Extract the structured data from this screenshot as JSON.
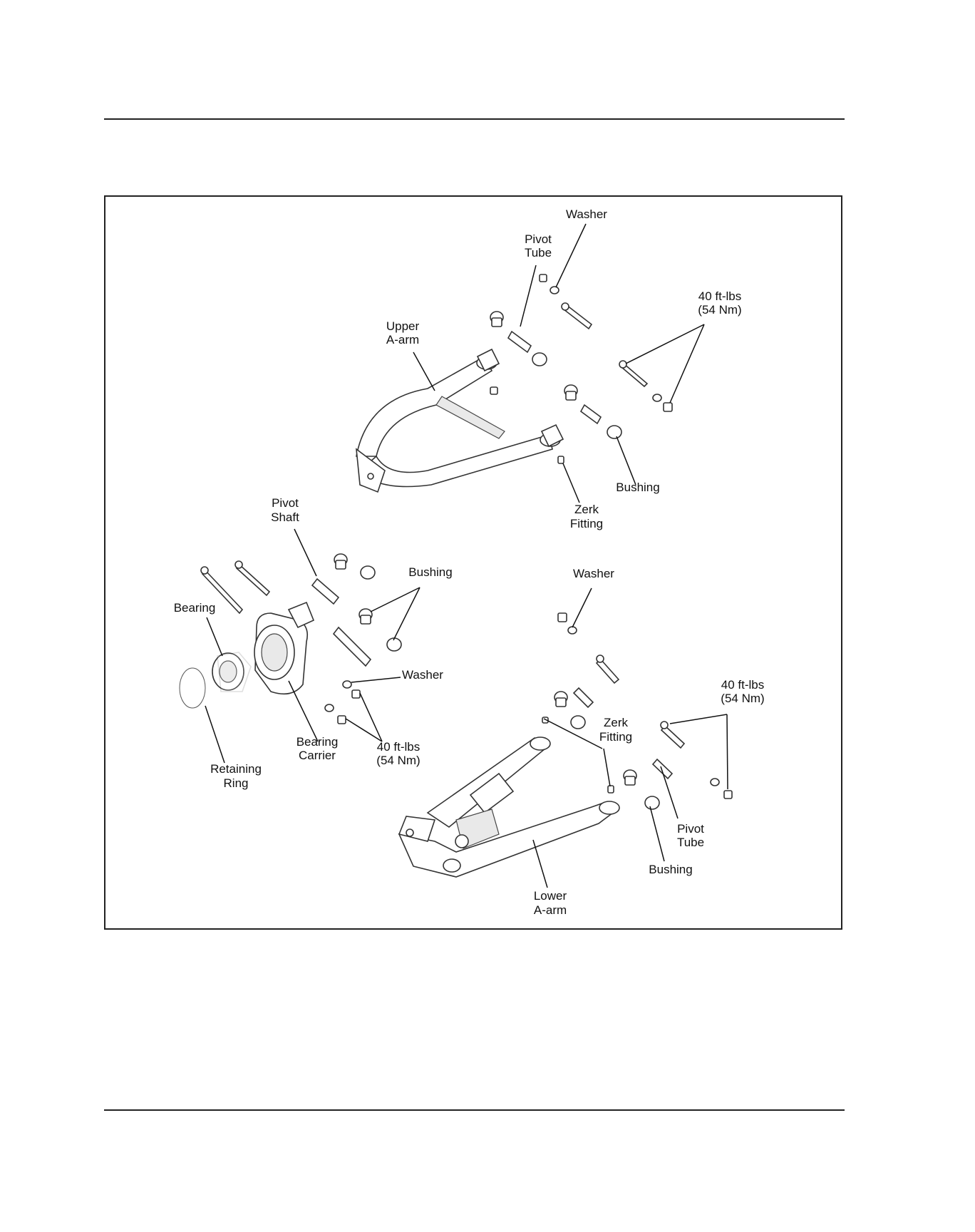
{
  "labels": {
    "upper_washer": "Washer",
    "upper_pivot_tube_1": "Pivot",
    "upper_pivot_tube_2": "Tube",
    "upper_torque_1": "40 ft-lbs",
    "upper_torque_2": "(54 Nm)",
    "upper_arm_1": "Upper",
    "upper_arm_2": "A-arm",
    "upper_bushing": "Bushing",
    "upper_zerk_1": "Zerk",
    "upper_zerk_2": "Fitting",
    "pivot_shaft_1": "Pivot",
    "pivot_shaft_2": "Shaft",
    "mid_bushing": "Bushing",
    "bearing": "Bearing",
    "lower_washer_top": "Washer",
    "mid_washer": "Washer",
    "lower_torque_1": "40 ft-lbs",
    "lower_torque_2": "(54 Nm)",
    "mid_torque_1": "40 ft-lbs",
    "mid_torque_2": "(54 Nm)",
    "bearing_carrier_1": "Bearing",
    "bearing_carrier_2": "Carrier",
    "retaining_ring_1": "Retaining",
    "retaining_ring_2": "Ring",
    "lower_zerk_1": "Zerk",
    "lower_zerk_2": "Fitting",
    "lower_pivot_tube_1": "Pivot",
    "lower_pivot_tube_2": "Tube",
    "lower_bushing": "Bushing",
    "lower_arm_1": "Lower",
    "lower_arm_2": "A-arm"
  }
}
